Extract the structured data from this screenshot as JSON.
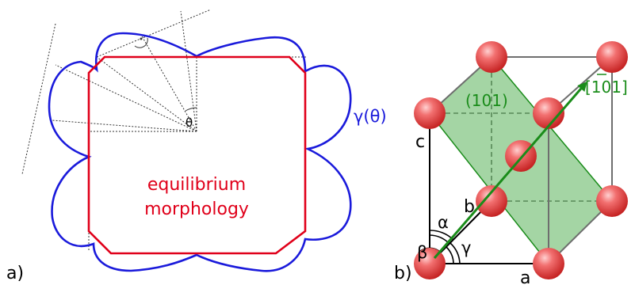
{
  "panel_a": {
    "label": "a)",
    "gamma_label": "γ(θ)",
    "theta_label": "θ",
    "morphology_line1": "equilibrium",
    "morphology_line2": "morphology"
  },
  "panel_b": {
    "label": "b)",
    "plane_label": "(101)",
    "direction_label": "[101]",
    "axis_a": "a",
    "axis_b": "b",
    "axis_c": "c",
    "angle_alpha": "α",
    "angle_beta": "β",
    "angle_gamma": "γ"
  },
  "colors": {
    "gamma_curve": "#1a1adb",
    "morphology": "#e0001a",
    "green": "#1a8c1a",
    "plane_fill": "#59b359",
    "atom": "#e83b3b",
    "cube_edges": "#6e6e6e"
  }
}
